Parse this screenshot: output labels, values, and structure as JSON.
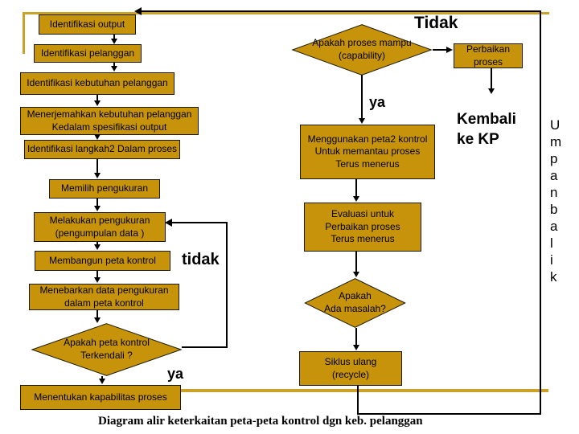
{
  "colors": {
    "box_fill": "#C6930A",
    "gold": "#C9A227",
    "border": "#1a1a00"
  },
  "nodes": {
    "identifikasi_output": {
      "lines": [
        "Identifikasi output"
      ]
    },
    "identifikasi_pelanggan": {
      "lines": [
        "Identifikasi pelanggan"
      ]
    },
    "identifikasi_kebutuhan": {
      "lines": [
        "Identifikasi kebutuhan pelanggan"
      ]
    },
    "menerjemahkan": {
      "lines": [
        "Menerjemahkan kebutuhan pelanggan",
        "Kedalam spesifikasi output"
      ]
    },
    "identifikasi_langkah": {
      "lines": [
        "Identifikasi langkah2 Dalam proses"
      ]
    },
    "memilih": {
      "lines": [
        "Memilih pengukuran"
      ]
    },
    "melakukan": {
      "lines": [
        "Melakukan pengukuran",
        "(pengumpulan data )"
      ]
    },
    "membangun": {
      "lines": [
        "Membangun peta kontrol"
      ]
    },
    "menebarkan": {
      "lines": [
        "Menebarkan data pengukuran",
        "dalam peta kontrol"
      ]
    },
    "apakah_terkendali": {
      "lines": [
        "Apakah peta kontrol",
        "Terkendali ?"
      ]
    },
    "menentukan": {
      "lines": [
        "Menentukan kapabilitas proses"
      ]
    },
    "apakah_mampu": {
      "lines": [
        "Apakah proses mampu",
        "(capability)"
      ]
    },
    "perbaikan": {
      "lines": [
        "Perbaikan",
        "proses"
      ]
    },
    "menggunakan": {
      "lines": [
        "Menggunakan peta2 kontrol",
        "Untuk memantau proses",
        "Terus menerus"
      ]
    },
    "evaluasi": {
      "lines": [
        "Evaluasi untuk",
        "Perbaikan proses",
        "Terus menerus"
      ]
    },
    "apakah_masalah": {
      "lines": [
        "Apakah",
        "Ada masalah?"
      ]
    },
    "siklus_ulang": {
      "lines": [
        "Siklus ulang",
        "(recycle)"
      ]
    }
  },
  "labels": {
    "tidak_top": "Tidak",
    "ya_capability": "ya",
    "kembali": [
      "Kembali",
      "ke KP"
    ],
    "tidak_loop": "tidak",
    "ya_terkendali": "ya",
    "umpan_balik_letters": [
      "U",
      "m",
      "p",
      "a",
      "n",
      "b",
      "a",
      "l",
      "i",
      "k"
    ]
  },
  "caption": "Diagram alir keterkaitan peta-peta kontrol dgn keb. pelanggan"
}
